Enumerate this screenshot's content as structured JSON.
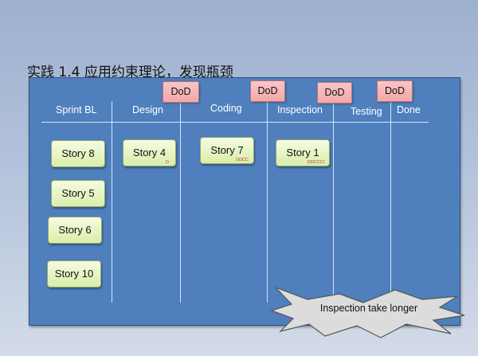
{
  "title": "实践 1.4 应用约束理论，发现瓶颈",
  "columns": [
    "Sprint BL",
    "Design",
    "Coding",
    "Inspection",
    "Testing",
    "Done"
  ],
  "dod_label": "DoD",
  "stories": {
    "story8": "Story 8",
    "story5": "Story 5",
    "story6": "Story 6",
    "story10": "Story 10",
    "story4": "Story 4",
    "story7": "Story 7",
    "story1": "Story 1"
  },
  "tags": {
    "story4": "D",
    "story7": "DDCC",
    "story1": "DDCCCI"
  },
  "callout": "Inspection take longer",
  "colors": {
    "board": "#4f7fbd",
    "card": "#d9eeaa",
    "dod": "#f2a8a8"
  }
}
